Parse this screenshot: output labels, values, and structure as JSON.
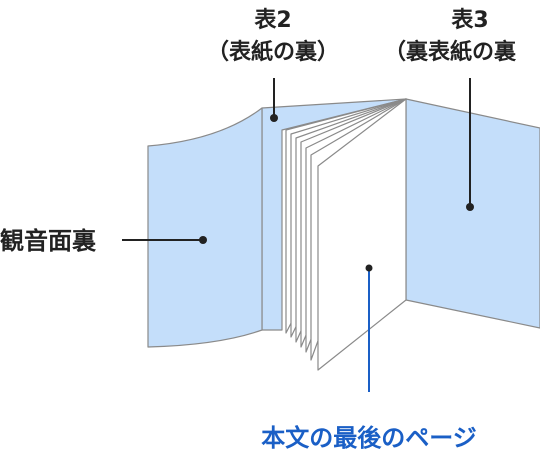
{
  "labels": {
    "cover2_line1": "表2",
    "cover2_line2": "（表紙の裏）",
    "cover3_line1": "表3",
    "cover3_line2": "（裏表紙の裏",
    "kannon_ura": "観音面裏",
    "last_page": "本文の最後のページ"
  },
  "colors": {
    "panel_fill": "#c4defa",
    "page_fill": "#ffffff",
    "stroke": "#8a8a8a",
    "leader": "#222222",
    "accent": "#1a5fc6"
  }
}
